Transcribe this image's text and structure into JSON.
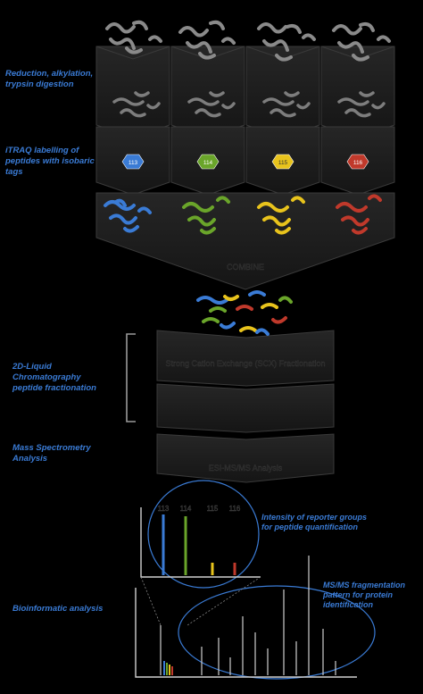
{
  "steps": {
    "digestion": [
      "Reduction, alkylation,",
      "trypsin digestion"
    ],
    "labelling": [
      "iTRAQ labelling of",
      "peptides with isobaric",
      "tags"
    ],
    "lc": [
      "2D-Liquid",
      "Chromatography",
      "peptide fractionation"
    ],
    "ms": [
      "Mass Spectrometry",
      "Analysis"
    ],
    "bioinformatic": "Bioinformatic analysis"
  },
  "tags": [
    {
      "label": "113",
      "color": "#3a7bd5"
    },
    {
      "label": "114",
      "color": "#6aa52a"
    },
    {
      "label": "115",
      "color": "#e8c31c"
    },
    {
      "label": "116",
      "color": "#c0392b"
    }
  ],
  "combine_label": "COMBINE",
  "scx_label": "Strong Cation Exchange (SCX) Fractionation",
  "esi_label": "ESI-MS/MS Analysis",
  "reporter_note": [
    "Intensity of reporter groups",
    "for peptide quantification"
  ],
  "fragmentation_note": [
    "MS/MS fragmentation",
    "pattern for protein",
    "identification"
  ],
  "colors": {
    "accent": "#3a7bd5",
    "panel": "#1e1e1e",
    "panel_edge": "#3a3a3a",
    "protein_gray": "#8a8a8a"
  }
}
